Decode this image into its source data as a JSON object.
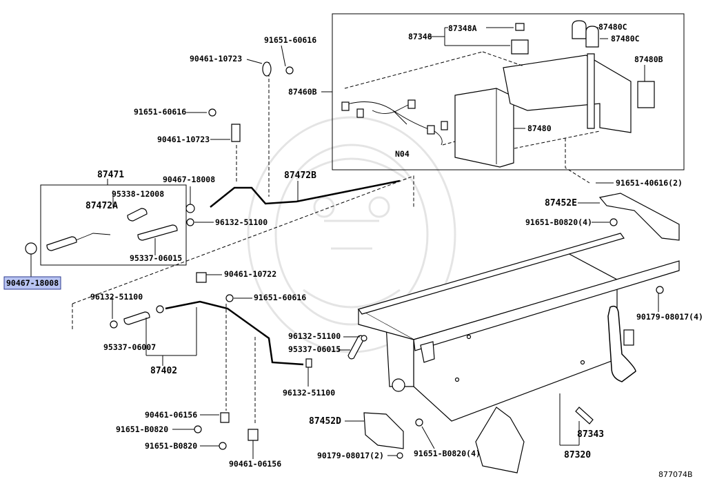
{
  "labels": {
    "p87348A": "87348A",
    "p87348": "87348",
    "p87480C_1": "87480C",
    "p87480C_2": "87480C",
    "p87480B": "87480B",
    "p87460B": "87460B",
    "p87480": "87480",
    "pN04": "N04",
    "p91651_60616_a": "91651-60616",
    "p90461_10723_a": "90461-10723",
    "p91651_60616_b": "91651-60616",
    "p90461_10723_b": "90461-10723",
    "p87471": "87471",
    "p95338_12008": "95338-12008",
    "p87472A": "87472A",
    "p95337_06015_a": "95337-06015",
    "p90467_18008_a": "90467-18008",
    "p90467_18008_sel": "90467-18008",
    "p96132_51100_a": "96132-51100",
    "p87472B": "87472B",
    "p91651_40616": "91651-40616(2)",
    "p87452E": "87452E",
    "p91651_B0820_4a": "91651-B0820(4)",
    "p90461_10722": "90461-10722",
    "p91651_60616_c": "91651-60616",
    "p96132_51100_b": "96132-51100",
    "p90179_08017_4": "90179-08017(4)",
    "p96132_51100_c": "96132-51100",
    "p95337_06015_b": "95337-06015",
    "p95337_06007": "95337-06007",
    "p87402": "87402",
    "p96132_51100_d": "96132-51100",
    "p90461_06156_a": "90461-06156",
    "p91651_B0820_a": "91651-B0820",
    "p91651_B0820_b": "91651-B0820",
    "p90461_06156_b": "90461-06156",
    "p87452D": "87452D",
    "p90179_08017_2": "90179-08017(2)",
    "p91651_B0820_4b": "91651-B0820(4)",
    "p87343": "87343",
    "p87320": "87320"
  },
  "diagram_ref": "877074B"
}
